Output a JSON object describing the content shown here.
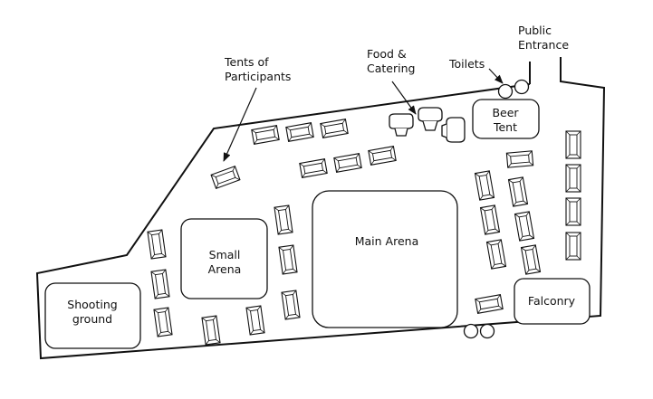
{
  "labels": {
    "tents_line1": "Tents of",
    "tents_line2": "Participants",
    "food_line1": "Food &",
    "food_line2": "Catering",
    "toilets": "Toilets",
    "entrance_line1": "Public",
    "entrance_line2": "Entrance",
    "beer_line1": "Beer",
    "beer_line2": "Tent",
    "small_line1": "Small",
    "small_line2": "Arena",
    "main_arena": "Main Arena",
    "shooting_line1": "Shooting",
    "shooting_line2": "ground",
    "falconry": "Falconry"
  },
  "colors": {
    "ink": "#111111",
    "background": "#ffffff"
  }
}
